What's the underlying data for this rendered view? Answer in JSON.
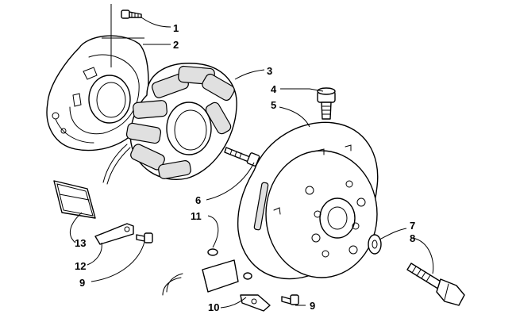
{
  "callouts": [
    {
      "id": "c1",
      "text": "1"
    },
    {
      "id": "c2",
      "text": "2"
    },
    {
      "id": "c3",
      "text": "3"
    },
    {
      "id": "c4",
      "text": "4"
    },
    {
      "id": "c5",
      "text": "5"
    },
    {
      "id": "c6",
      "text": "6"
    },
    {
      "id": "c7",
      "text": "7"
    },
    {
      "id": "c8",
      "text": "8"
    },
    {
      "id": "c9a",
      "text": "9"
    },
    {
      "id": "c9b",
      "text": "9"
    },
    {
      "id": "c10",
      "text": "10"
    },
    {
      "id": "c11",
      "text": "11"
    },
    {
      "id": "c12",
      "text": "12"
    },
    {
      "id": "c13",
      "text": "13"
    }
  ],
  "colors": {
    "ink": "#000000",
    "paper": "#ffffff",
    "shade": "#e0e0e0"
  }
}
